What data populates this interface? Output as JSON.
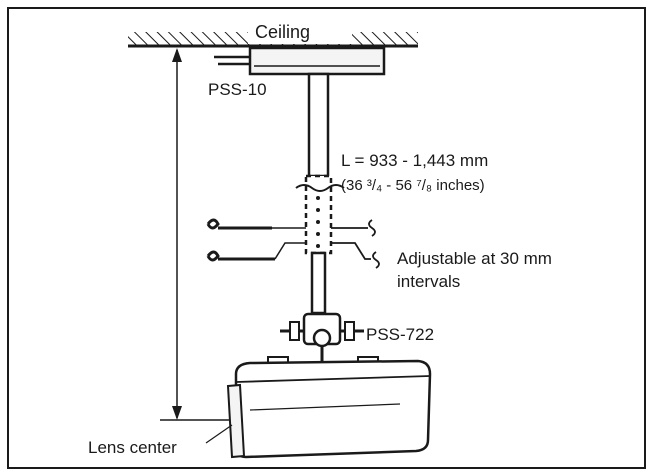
{
  "labels": {
    "ceiling": "Ceiling",
    "pss10": "PSS-10",
    "length_line1": "L = 933 - 1,443 mm",
    "length_line2": "(36 ³/₄ - 56 ⁷/₈ inches)",
    "adjustable_line1": "Adjustable at 30 mm",
    "adjustable_line2": "intervals",
    "pss722": "PSS-722",
    "lens_center": "Lens center"
  },
  "measurements": {
    "length_mm": "933 - 1,443",
    "length_inches": "36 3/4 - 56 7/8",
    "adjust_interval_mm": 30
  },
  "colors": {
    "ink": "#1a1a1a",
    "paper": "#ffffff",
    "fill_light": "#f4f4f4"
  }
}
